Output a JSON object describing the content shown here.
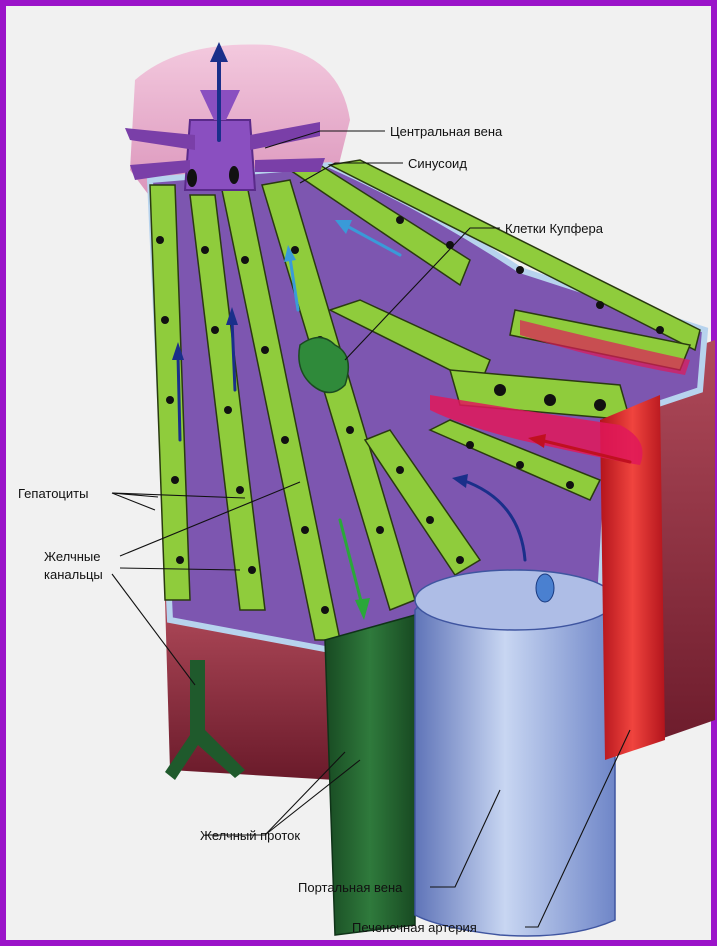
{
  "labels": {
    "central_vein": "Центральная вена",
    "sinusoid": "Синусоид",
    "kupffer_cells": "Клетки Купфера",
    "hepatocytes": "Гепатоциты",
    "bile_canaliculi_line1": "Желчные",
    "bile_canaliculi_line2": "канальцы",
    "bile_duct": "Желчный проток",
    "portal_vein": "Портальная вена",
    "hepatic_artery": "Печеночная артерия"
  },
  "colors": {
    "frame": "#9b14c9",
    "background": "#f1f1f1",
    "hepatocyte": "#8fcc3c",
    "nucleus": "#111111",
    "sinusoid": "#8a5fb8",
    "vein_outline": "#b7d3ee",
    "portal_vein": "#8aa2d6",
    "hepatic_artery": "#d8232a",
    "bile_duct": "#1f5a2c",
    "central_vein": "#7a3fa8",
    "kupffer_cell": "#2f8a3a",
    "tissue_stroma": "#8a2a3a",
    "top_glow": "#ecb7d2",
    "flow_arrow_blue": "#1a2f8a",
    "flow_arrow_red": "#c01020",
    "flow_arrow_green": "#2aa83a"
  },
  "icons": {
    "flow_arrows": "arrow-icon",
    "bile_duct_branch": "bile-duct-icon"
  }
}
